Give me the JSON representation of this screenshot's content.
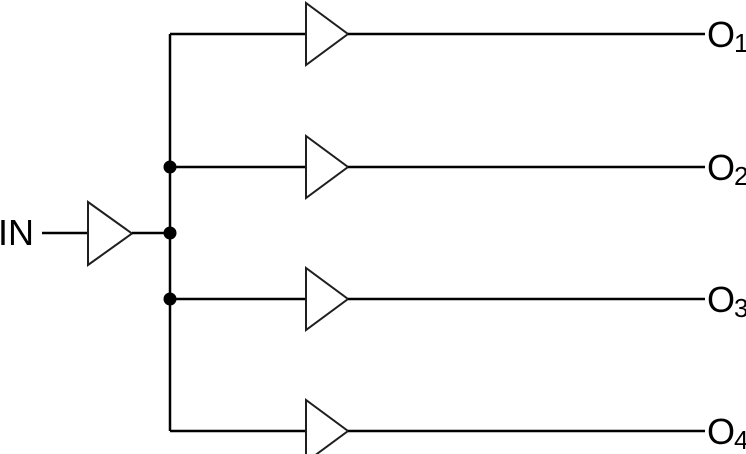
{
  "diagram": {
    "type": "circuit-fanout-buffer",
    "background_color": "#ffffff",
    "line_color": "#000000",
    "input": {
      "label": "IN"
    },
    "outputs": [
      {
        "base": "O",
        "sub": "1"
      },
      {
        "base": "O",
        "sub": "2"
      },
      {
        "base": "O",
        "sub": "3"
      },
      {
        "base": "O",
        "sub": "4"
      }
    ]
  }
}
